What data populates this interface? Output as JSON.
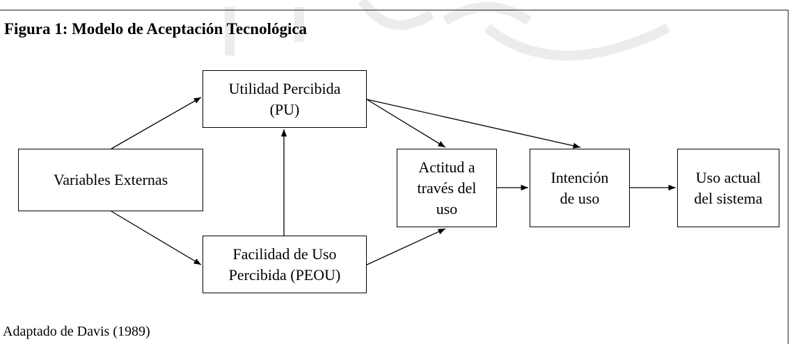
{
  "figure": {
    "title": "Figura 1: Modelo de Aceptación Tecnológica",
    "source_note": "Adaptado de Davis (1989)"
  },
  "nodes": {
    "external": {
      "lines": [
        "Variables Externas"
      ]
    },
    "pu": {
      "lines": [
        "Utilidad Percibida",
        "(PU)"
      ]
    },
    "peou": {
      "lines": [
        "Facilidad de Uso",
        "Percibida (PEOU)"
      ]
    },
    "actitud": {
      "lines": [
        "Actitud a",
        "través del",
        "uso"
      ]
    },
    "intencion": {
      "lines": [
        "Intención",
        "de uso"
      ]
    },
    "uso": {
      "lines": [
        "Uso actual",
        "del sistema"
      ]
    }
  },
  "colors": {
    "line": "#000000",
    "watermark": "#ececec"
  }
}
